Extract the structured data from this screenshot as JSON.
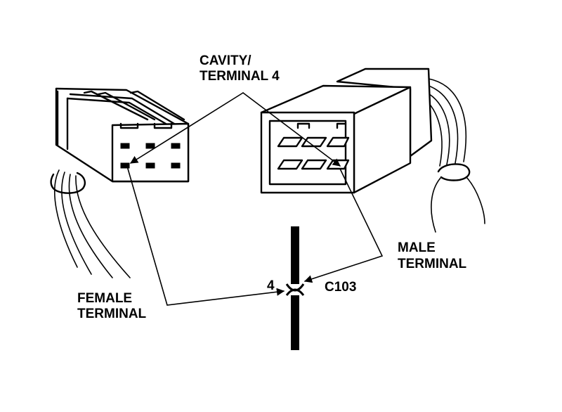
{
  "labels": {
    "cavity_line1": "CAVITY/",
    "cavity_line2": "TERMINAL 4",
    "male_line1": "MALE",
    "male_line2": "TERMINAL",
    "female_line1": "FEMALE",
    "female_line2": "TERMINAL",
    "pin_number": "4",
    "connector_id": "C103"
  }
}
